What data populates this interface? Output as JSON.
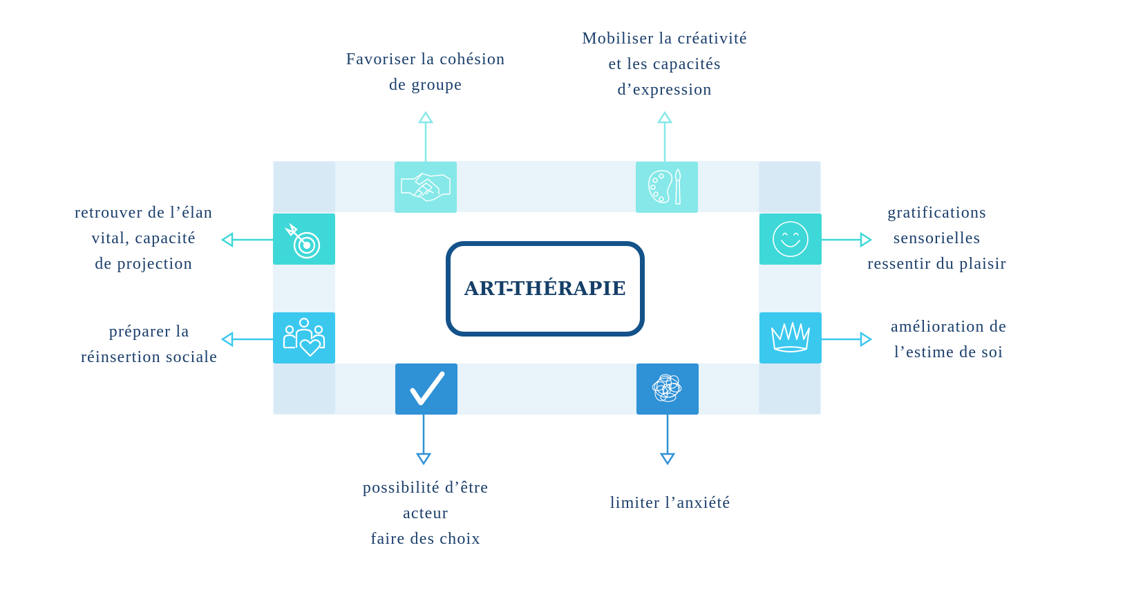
{
  "title": "ART-THÉRAPIE",
  "colors": {
    "text": "#1b3f6b",
    "center_border": "#14528a",
    "band": "#e8f3fa",
    "corner": "#d8e9f6",
    "tile_light_aqua": "#86e8e8",
    "tile_turquoise": "#3ed8d8",
    "tile_sky": "#3ac8ef",
    "tile_blue": "#2f91d6"
  },
  "benefits": {
    "cohesion": {
      "icon": "handshake-icon",
      "lines": [
        "Favoriser la cohésion",
        "de groupe"
      ]
    },
    "creativity": {
      "icon": "palette-icon",
      "lines": [
        "Mobiliser la créativité",
        "et les capacités",
        "d’expression"
      ]
    },
    "elan": {
      "icon": "target-icon",
      "lines": [
        "retrouver de l’élan",
        "vital, capacité",
        "de projection"
      ]
    },
    "gratifications": {
      "icon": "smile-icon",
      "lines": [
        "gratifications",
        "sensorielles",
        "ressentir du plaisir"
      ]
    },
    "reinsertion": {
      "icon": "group-heart-icon",
      "lines": [
        "préparer la",
        "réinsertion sociale"
      ]
    },
    "self_esteem": {
      "icon": "crown-icon",
      "lines": [
        "amélioration de",
        "l’estime de soi"
      ]
    },
    "actor": {
      "icon": "checkmark-icon",
      "lines": [
        "possibilité d’être",
        "acteur",
        "faire des choix"
      ]
    },
    "anxiety": {
      "icon": "scribble-icon",
      "lines": [
        "limiter l’anxiété"
      ]
    }
  }
}
